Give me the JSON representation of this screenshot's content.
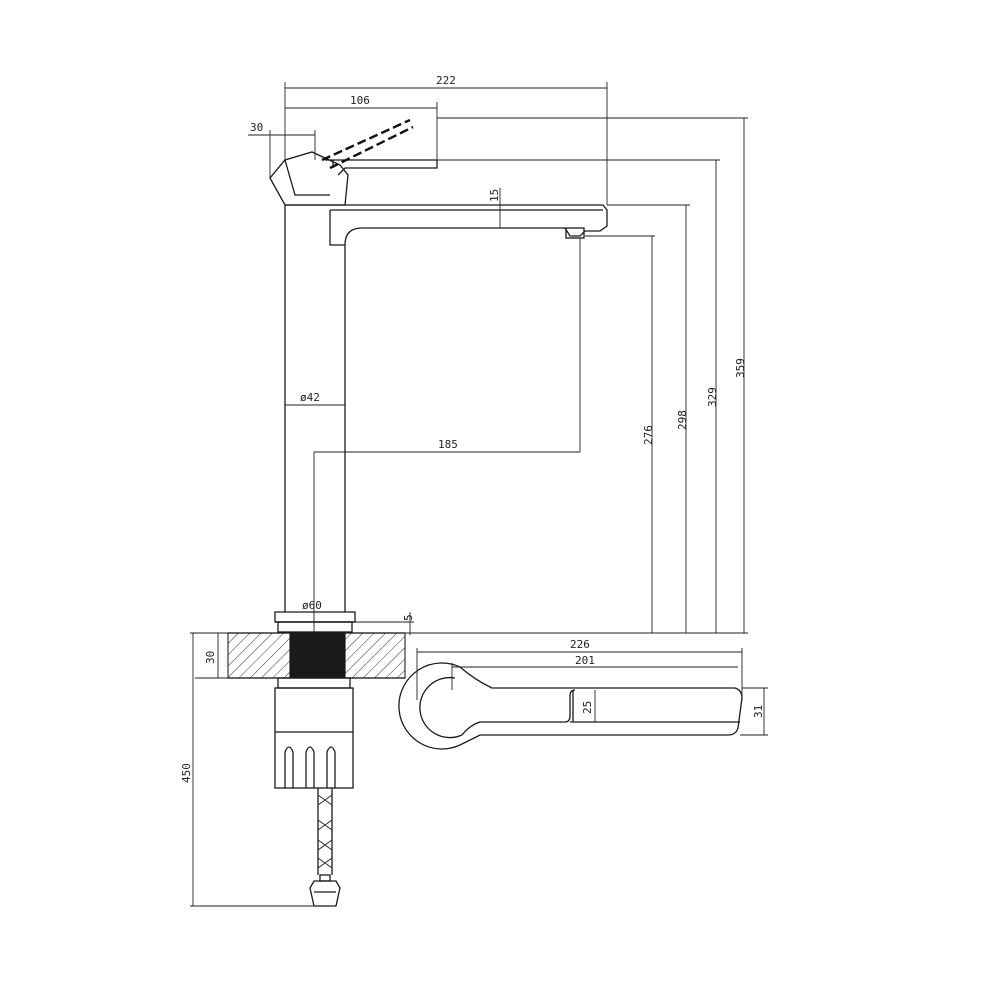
{
  "dimensions": {
    "width_total": "222",
    "handle_length": "106",
    "handle_offset": "30",
    "spout_thickness": "15",
    "body_diameter": "ø42",
    "spout_reach": "185",
    "base_diameter": "ø60",
    "base_thickness": "5",
    "height_spout_outlet": "276",
    "height_spout_top": "298",
    "height_handle": "329",
    "height_total": "359",
    "deck_thickness": "30",
    "hose_length": "450",
    "top_view_total": "226",
    "top_view_spout": "201",
    "top_view_width_inner": "25",
    "top_view_width_outer": "31"
  },
  "colors": {
    "line": "#1a1a1a",
    "background": "#ffffff"
  }
}
